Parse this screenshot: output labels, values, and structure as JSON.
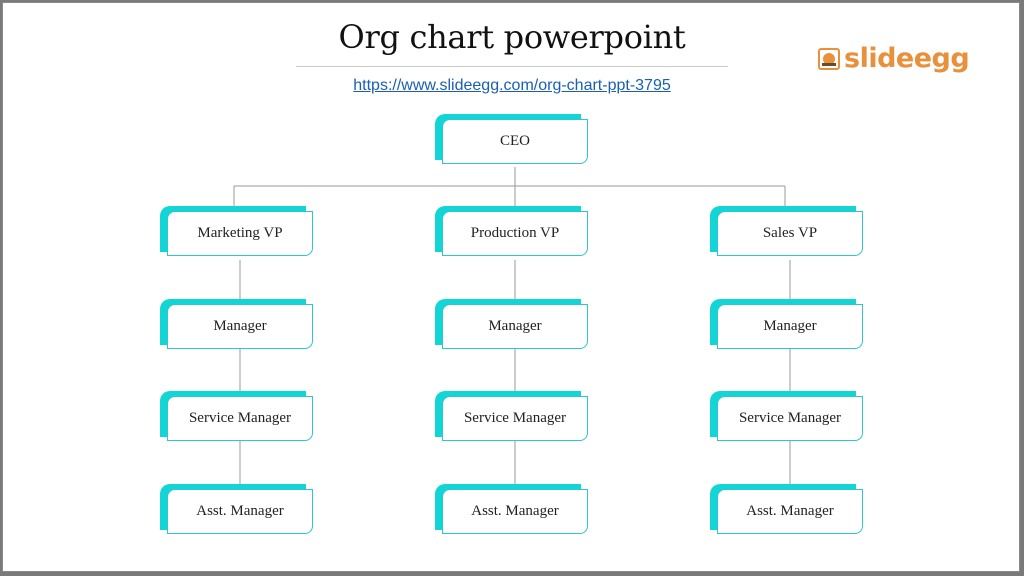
{
  "slide": {
    "title": "Org chart powerpoint",
    "url": "https://www.slideegg.com/org-chart-ppt-3795",
    "logo_text": "slideegg"
  },
  "org_chart": {
    "root": "CEO",
    "columns": [
      {
        "head": "Marketing VP",
        "chain": [
          "Manager",
          "Service Manager",
          "Asst. Manager"
        ]
      },
      {
        "head": "Production VP",
        "chain": [
          "Manager",
          "Service Manager",
          "Asst. Manager"
        ]
      },
      {
        "head": "Sales VP",
        "chain": [
          "Manager",
          "Service Manager",
          "Asst. Manager"
        ]
      }
    ]
  },
  "colors": {
    "accent": "#12d6d6",
    "box_border": "#2ec6d0",
    "connector": "#9a9a9a",
    "logo": "#e8903a",
    "link": "#1a5fb4"
  }
}
